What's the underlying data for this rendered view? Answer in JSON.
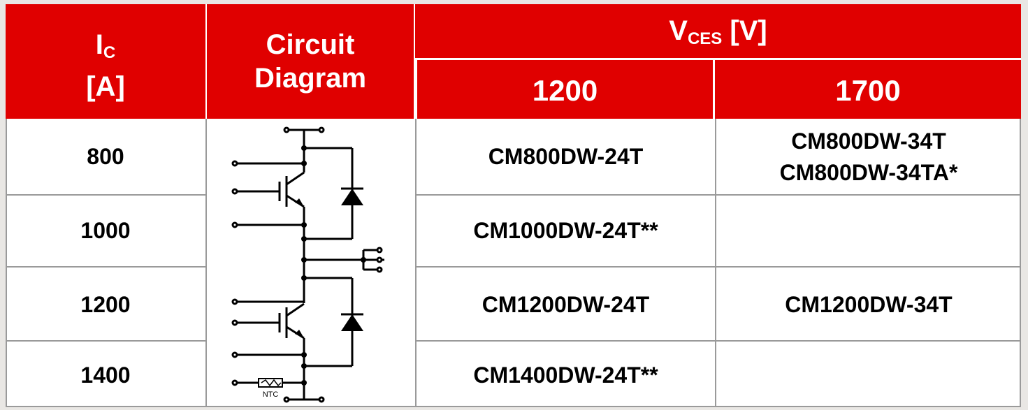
{
  "header": {
    "ic_main": "I",
    "ic_sub": "C",
    "ic_unit": "[A]",
    "circuit_line1": "Circuit",
    "circuit_line2": "Diagram",
    "vces_main": "V",
    "vces_sub": "CES",
    "vces_unit": "[V]",
    "v1200": "1200",
    "v1700": "1700"
  },
  "rows": [
    {
      "current": "800",
      "part_1200": "CM800DW-24T",
      "part_1700_a": "CM800DW-34T",
      "part_1700_b": "CM800DW-34TA*"
    },
    {
      "current": "1000",
      "part_1200": "CM1000DW-24T**",
      "part_1700_a": "",
      "part_1700_b": ""
    },
    {
      "current": "1200",
      "part_1200": "CM1200DW-24T",
      "part_1700_a": "CM1200DW-34T",
      "part_1700_b": ""
    },
    {
      "current": "1400",
      "part_1200": "CM1400DW-24T**",
      "part_1700_a": "",
      "part_1700_b": ""
    }
  ],
  "diagram": {
    "ntc_label": "NTC"
  },
  "colors": {
    "header_red": "#e00000",
    "grid_gray": "#9a9a9a"
  }
}
